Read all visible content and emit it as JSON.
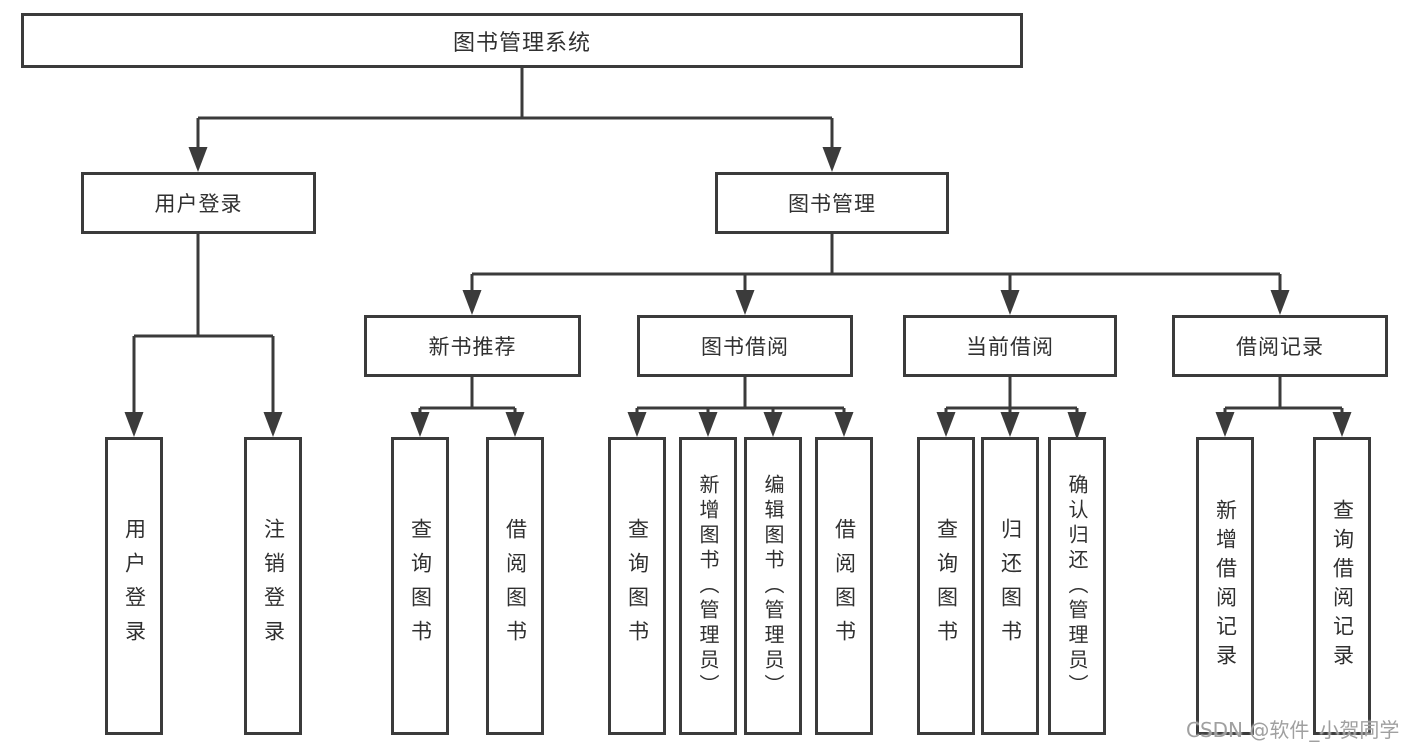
{
  "tree": {
    "root": {
      "label": "图书管理系统"
    },
    "branches": [
      {
        "label": "用户登录",
        "children": [
          {
            "label": "用户登录"
          },
          {
            "label": "注销登录"
          }
        ]
      },
      {
        "label": "图书管理",
        "children": [
          {
            "label": "新书推荐",
            "children": [
              {
                "label": "查询图书"
              },
              {
                "label": "借阅图书"
              }
            ]
          },
          {
            "label": "图书借阅",
            "children": [
              {
                "label": "查询图书"
              },
              {
                "label": "新增图书（管理员）"
              },
              {
                "label": "编辑图书（管理员）"
              },
              {
                "label": "借阅图书"
              }
            ]
          },
          {
            "label": "当前借阅",
            "children": [
              {
                "label": "查询图书"
              },
              {
                "label": "归还图书"
              },
              {
                "label": "确认归还（管理员）"
              }
            ]
          },
          {
            "label": "借阅记录",
            "children": [
              {
                "label": "新增借阅记录"
              },
              {
                "label": "查询借阅记录"
              }
            ]
          }
        ]
      }
    ]
  },
  "watermark": "CSDN @软件_小贺同学",
  "colors": {
    "line": "#3b3b3b",
    "box_border": "#3b3b3b",
    "text": "#303030",
    "watermark": "#a0a0a0",
    "background": "#ffffff"
  }
}
